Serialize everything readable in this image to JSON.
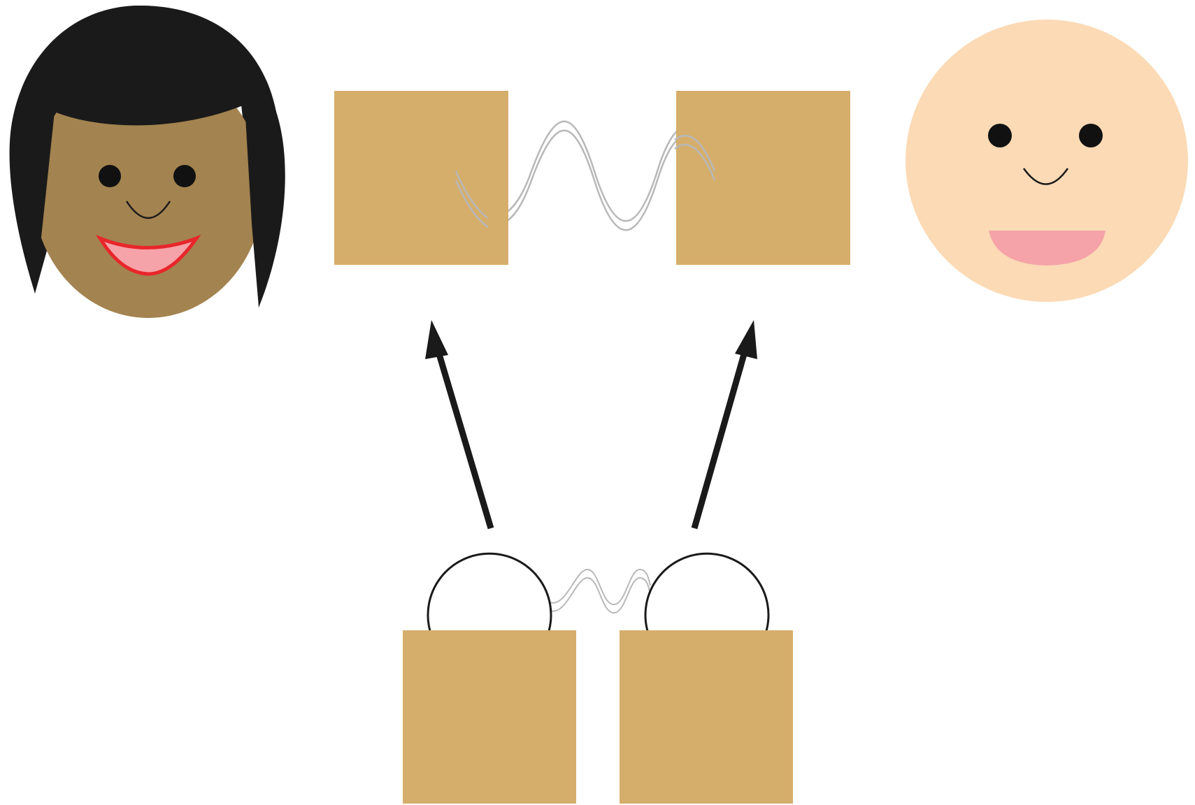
{
  "colors": {
    "background": "#ffffff",
    "box_fill": "#d6ae6b",
    "hair": "#1b1a1a",
    "skin_dark": "#a3834f",
    "skin_light": "#fbdab5",
    "eye": "#111111",
    "lip_outline": "#e8262b",
    "mouth_inner": "#f5a3a8",
    "wave": "#b8b8b8",
    "arrow": "#1a1a1a",
    "outline": "#1a1a1a"
  },
  "icons": {
    "left_person": "woman-face-icon",
    "right_person": "smiling-face-icon",
    "top_left_box": "square-box",
    "top_right_box": "square-box",
    "bottom_left_box": "square-box",
    "bottom_right_box": "square-box",
    "top_wave": "wavy-connection",
    "bottom_wave": "wavy-connection",
    "left_arrow": "arrow-up",
    "right_arrow": "arrow-up"
  }
}
